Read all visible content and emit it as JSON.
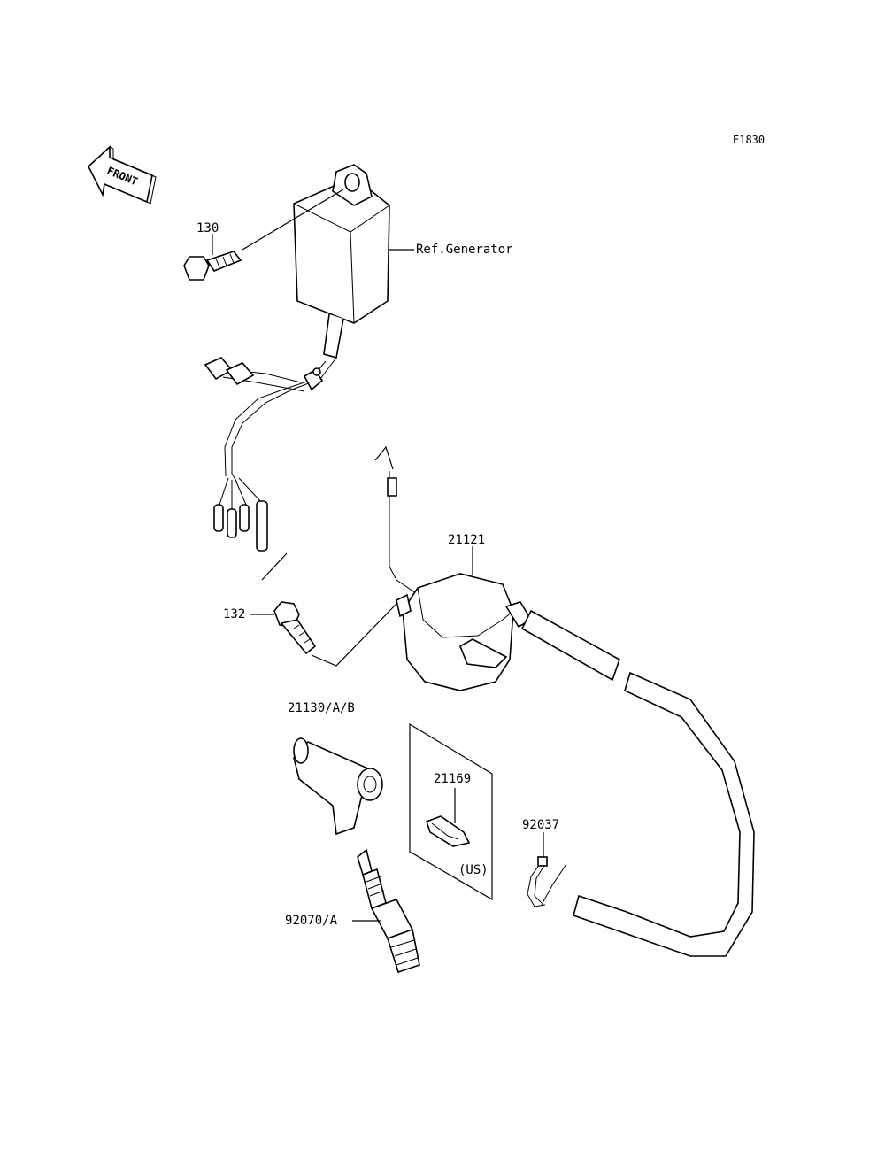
{
  "diagram": {
    "code": "E1830",
    "front_label": "FRONT",
    "labels": {
      "ref_generator": "Ref.Generator",
      "bolt_130": "130",
      "bolt_132": "132",
      "ignition_coil": "21121",
      "plug_cap": "21130/A/B",
      "clip": "21169",
      "clip_region": "(US)",
      "band": "92037",
      "spark_plug": "92070/A"
    }
  }
}
